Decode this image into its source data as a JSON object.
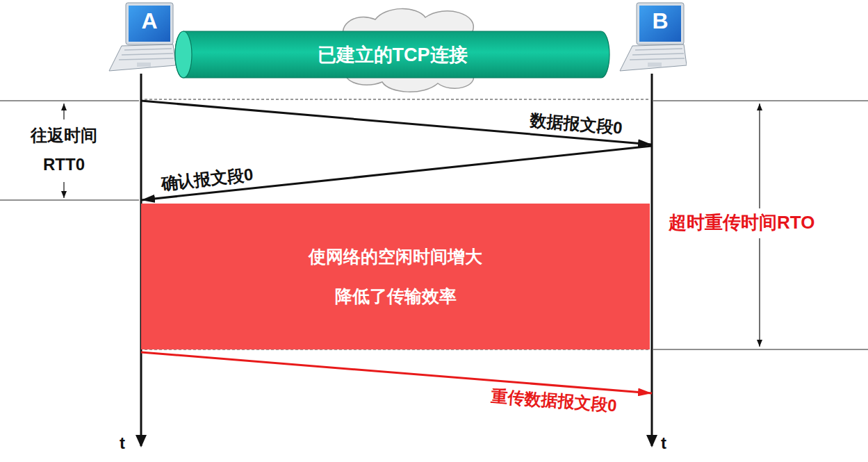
{
  "diagram": {
    "nodes": [
      {
        "text": [
          "A"
        ]
      },
      {
        "text": [
          "已建立的TCP连接"
        ]
      },
      {
        "text": [
          "B"
        ]
      },
      {
        "text": [
          "使网络的空闲时间增大 降低了传输效率"
        ]
      }
    ],
    "edges": [
      {
        "from": 0,
        "to": 2,
        "arrow": "to",
        "label": "数据报文段0"
      },
      {
        "from": 2,
        "to": 0,
        "arrow": "to",
        "label": "确认报文段0"
      },
      {
        "from": 0,
        "to": 2,
        "arrow": "to",
        "label": "重传数据报文段0"
      }
    ],
    "labels": [
      "往返时间 RTT0",
      "超时重传时间RTO",
      "t",
      "t"
    ]
  }
}
